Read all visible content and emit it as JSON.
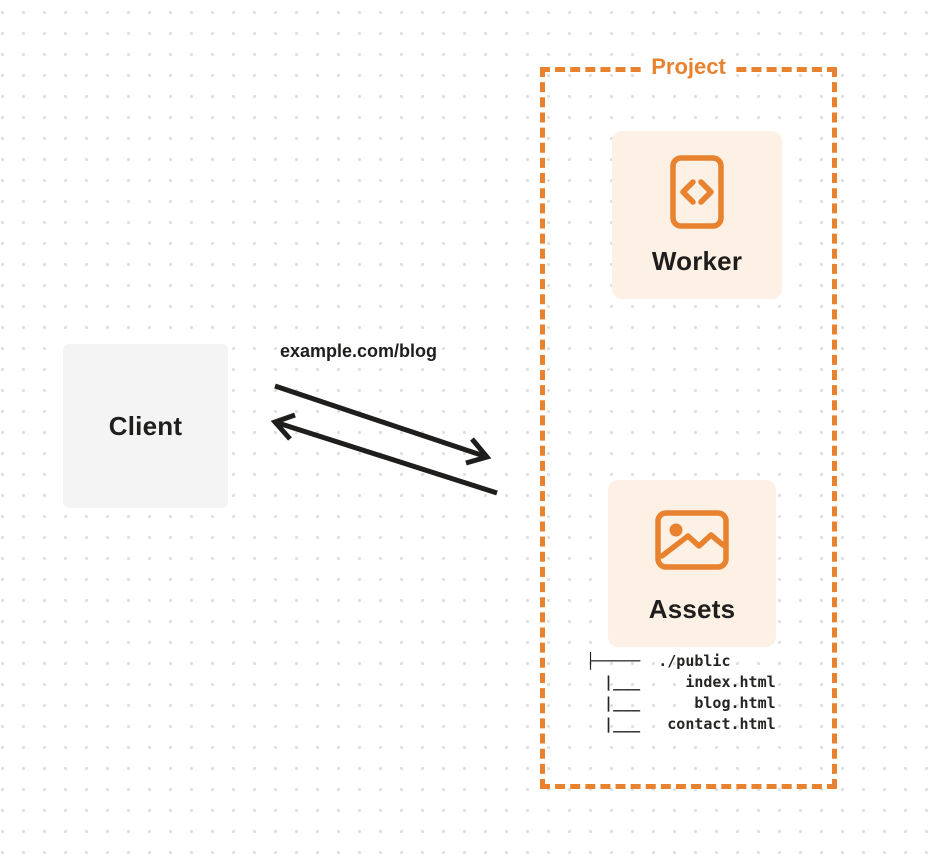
{
  "colors": {
    "accent_orange": "#e8822f",
    "card_bg": "#fdf1e6",
    "client_bg": "#f4f4f5",
    "text_dark": "#1f1e1c",
    "dot_grid": "#dfdfdf"
  },
  "client": {
    "label": "Client"
  },
  "request": {
    "label": "example.com/blog"
  },
  "arrows": {
    "request_icon": "arrow-down-right-icon",
    "response_icon": "arrow-up-left-icon"
  },
  "project": {
    "label": "Project",
    "worker": {
      "label": "Worker",
      "icon": "code-file-icon"
    },
    "assets": {
      "label": "Assets",
      "icon": "image-icon",
      "file_tree": "├─────  ./public\n  |___     index.html\n  |___      blog.html\n  |___   contact.html"
    }
  }
}
